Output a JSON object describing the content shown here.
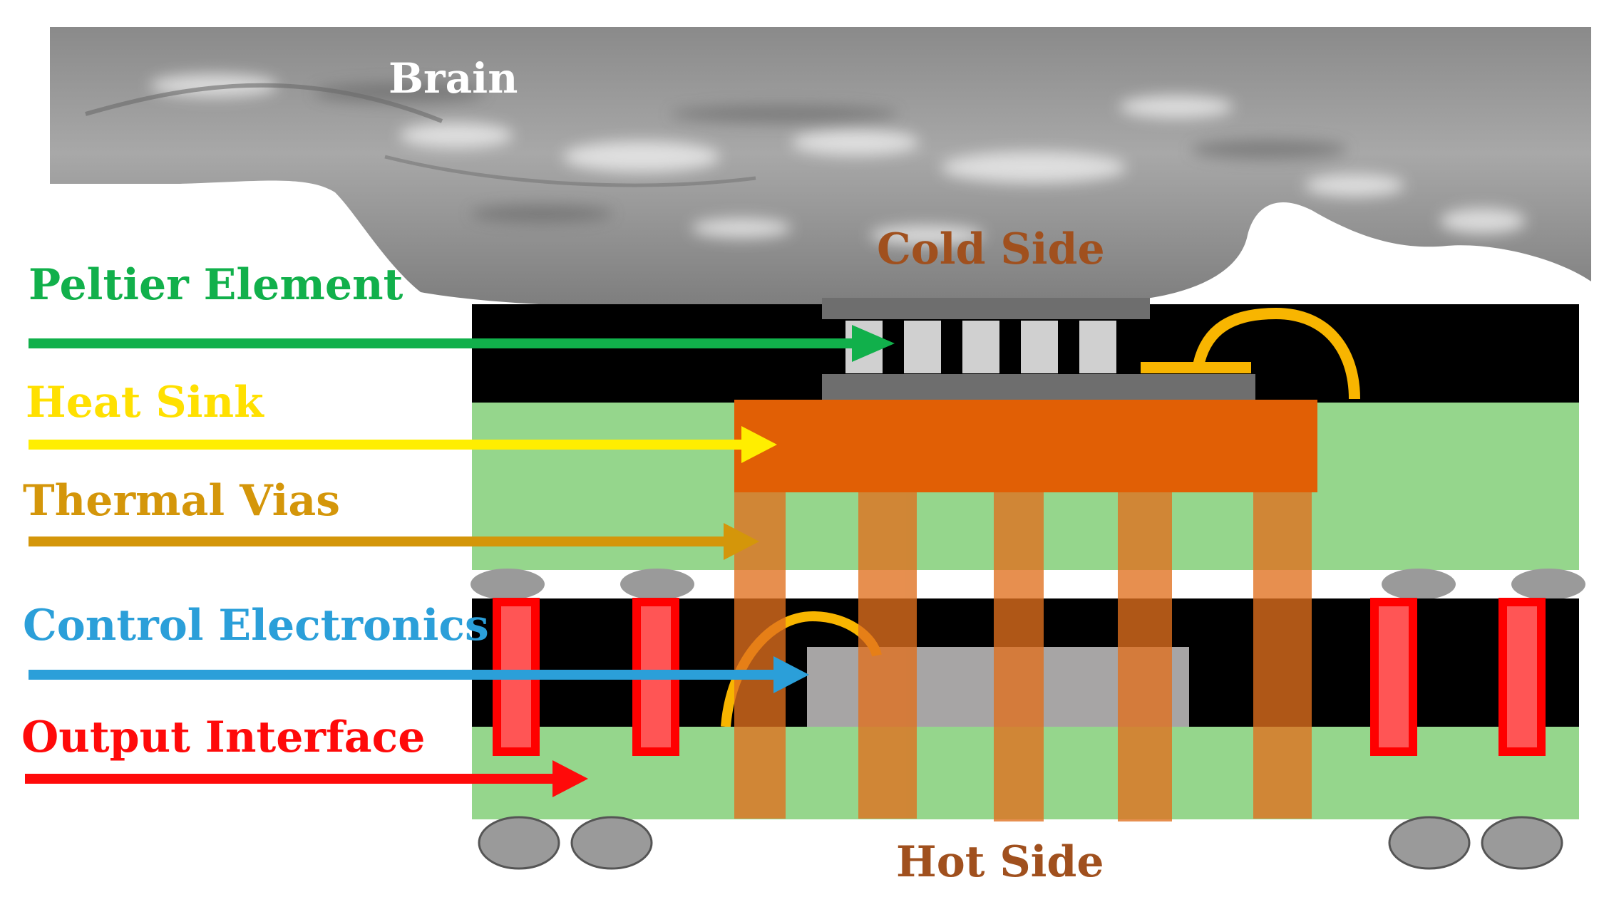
{
  "labels": {
    "brain": "Brain",
    "cold_side": "Cold Side",
    "hot_side": "Hot Side",
    "peltier": "Peltier Element",
    "heat_sink": "Heat Sink",
    "thermal_vias": "Thermal Vias",
    "control_electronics": "Control Electronics",
    "output_interface": "Output Interface"
  },
  "colors": {
    "peltier": "#11b04b",
    "heat_sink": "#ffee00",
    "thermal_vias": "#d4960a",
    "control_electronics": "#2b9fd9",
    "output_interface": "#ff0a0a",
    "side_labels": "#a0501e",
    "pcb_green": "#95d68c",
    "copper": "#e15f05",
    "via": "#d9822f",
    "wire": "#f8b500"
  }
}
